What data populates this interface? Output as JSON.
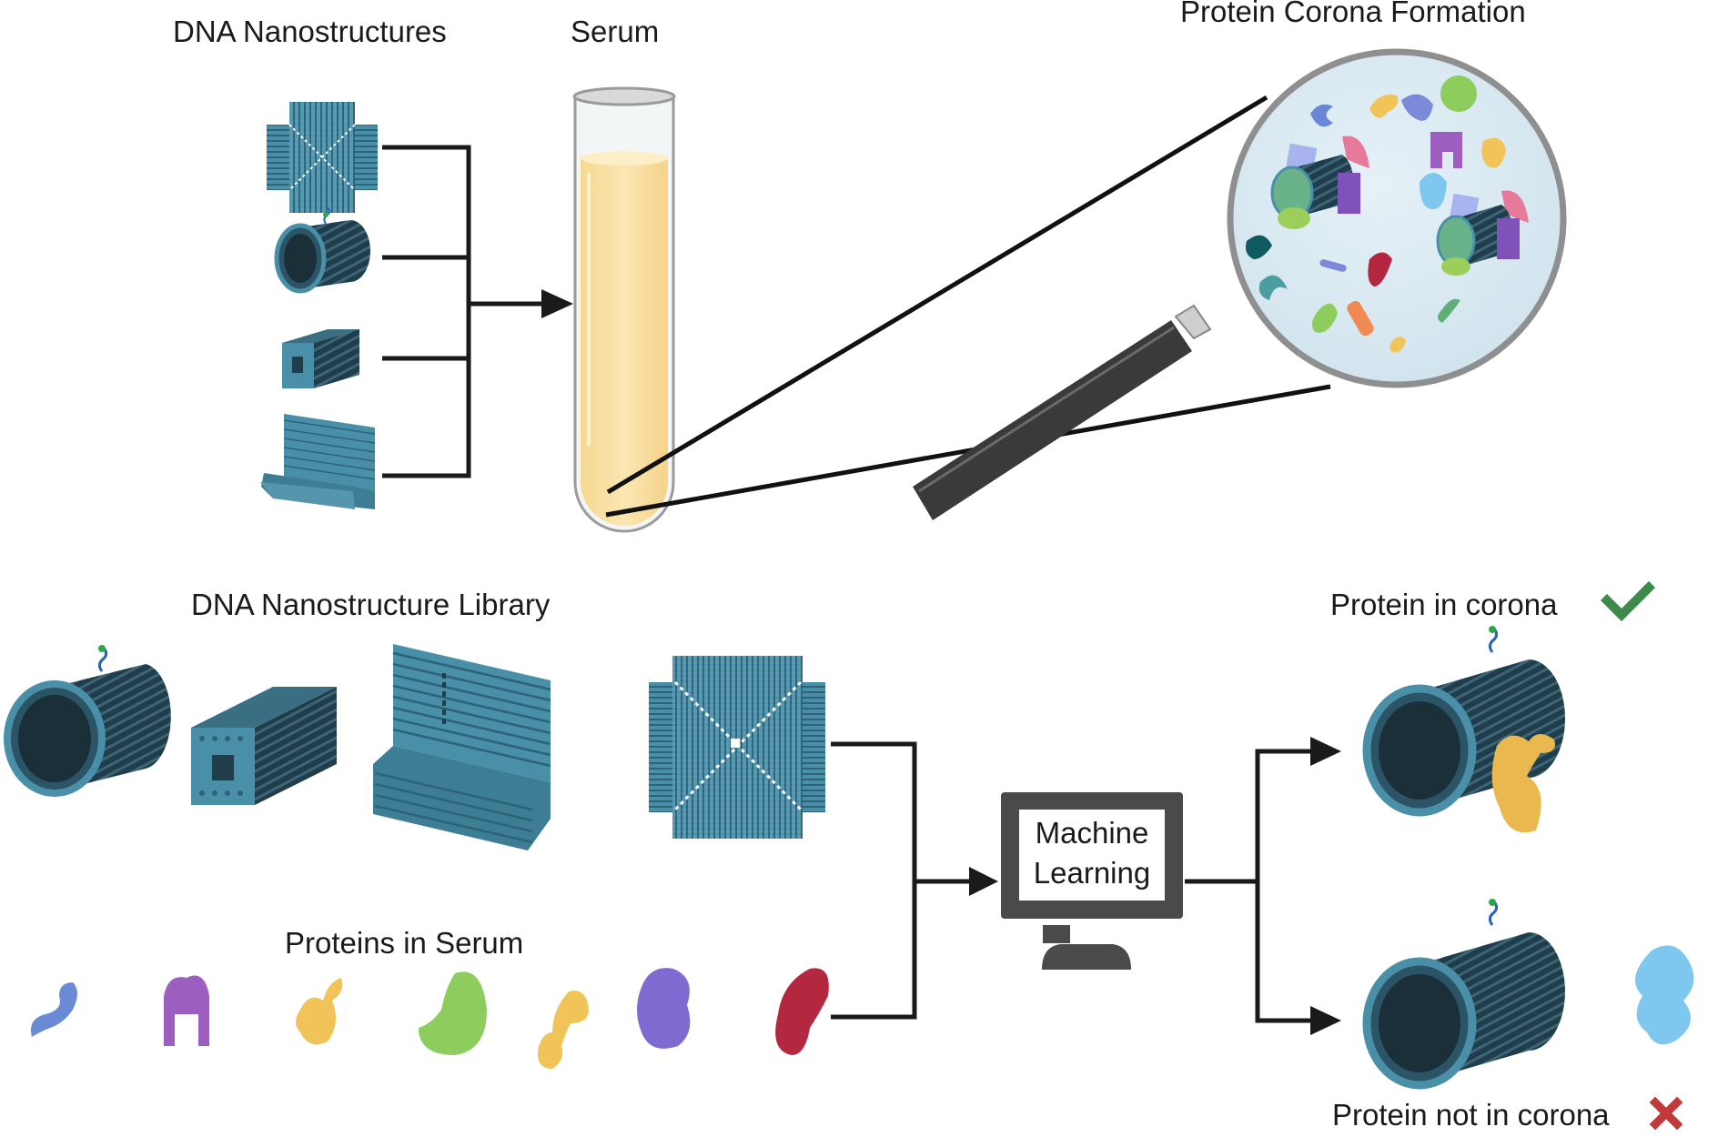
{
  "labels": {
    "dna_nanostructures": "DNA Nanostructures",
    "serum": "Serum",
    "protein_corona_formation": "Protein Corona Formation",
    "dna_nanostructure_library": "DNA Nanostructure Library",
    "proteins_in_serum": "Proteins in Serum",
    "machine_learning_line1": "Machine",
    "machine_learning_line2": "Learning",
    "protein_in_corona": "Protein in corona",
    "protein_not_in_corona": "Protein not in corona"
  },
  "icons": {
    "check": "check-icon",
    "cross": "cross-icon"
  },
  "colors": {
    "dna_light": "#4a8fa8",
    "dna_dark": "#1f3d4a",
    "serum_fill": "#fbe3a8",
    "magnifier_bg": "#dbeaf2",
    "monitor": "#4a4a4a",
    "check": "#3d8a4a",
    "cross": "#c0393b",
    "arrow": "#1a1a1a"
  },
  "nanostructures_top": [
    "square-lattice",
    "barrel",
    "rod",
    "bent-sheet"
  ],
  "library": [
    "barrel",
    "rod",
    "bent-sheet",
    "square-lattice"
  ],
  "serum_proteins": [
    {
      "shape": "coil",
      "color": "#6a8ad6"
    },
    {
      "shape": "arch",
      "color": "#9c5fbf"
    },
    {
      "shape": "hook",
      "color": "#f0c458"
    },
    {
      "shape": "bean",
      "color": "#8ccd5e"
    },
    {
      "shape": "dumbbell",
      "color": "#f0c458"
    },
    {
      "shape": "blob",
      "color": "#7e6ad0"
    },
    {
      "shape": "kidney",
      "color": "#b3283f"
    }
  ]
}
